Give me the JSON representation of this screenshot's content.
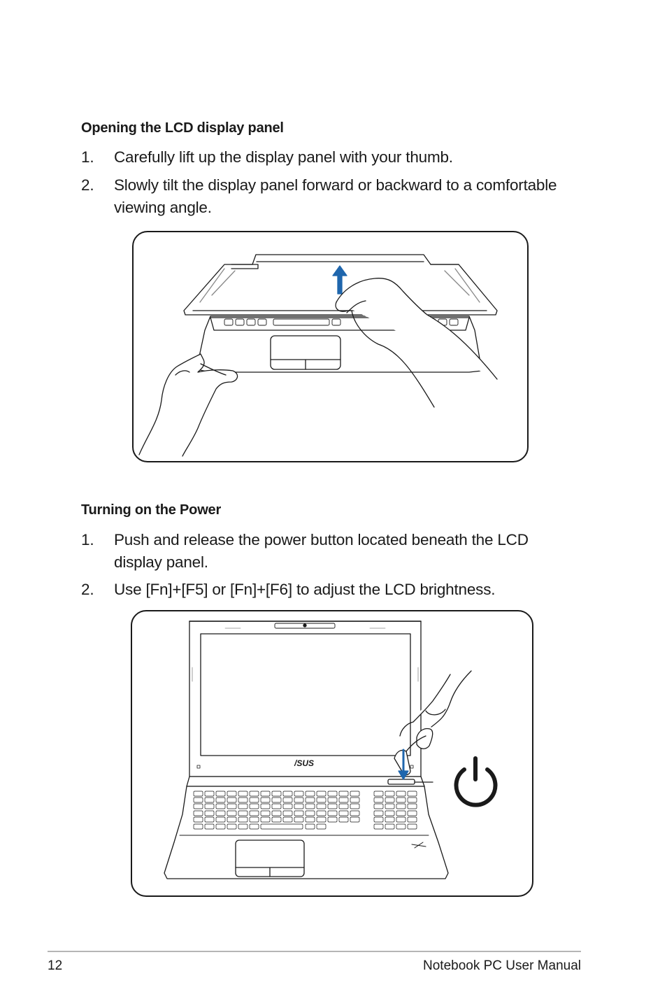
{
  "section1": {
    "heading": "Opening the LCD display panel",
    "steps": [
      {
        "num": "1.",
        "text": "Carefully lift up the display panel with your thumb."
      },
      {
        "num": "2.",
        "text": "Slowly tilt the display panel forward or backward to a comfortable viewing angle."
      }
    ]
  },
  "section2": {
    "heading": "Turning on the Power",
    "steps": [
      {
        "num": "1.",
        "text": "Push and release the power button located beneath the LCD display panel."
      },
      {
        "num": "2.",
        "text": "Use [Fn]+[F5] or [Fn]+[F6] to adjust the LCD brightness."
      }
    ]
  },
  "illustration2": {
    "logo_text": "/SUS"
  },
  "colors": {
    "arrow_blue": "#1f66ad",
    "text": "#1a1a1a",
    "rule": "#b5b5b5"
  },
  "footer": {
    "page_number": "12",
    "title": "Notebook PC User Manual"
  }
}
